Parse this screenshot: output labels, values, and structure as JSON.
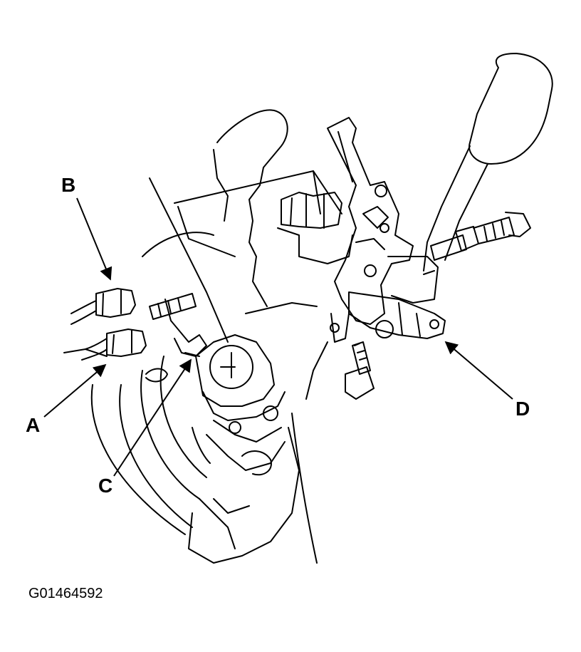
{
  "callouts": {
    "a": "A",
    "b": "B",
    "c": "C",
    "d": "D"
  },
  "figure_id": "G01464592",
  "colors": {
    "line": "#000000",
    "background": "#ffffff"
  }
}
